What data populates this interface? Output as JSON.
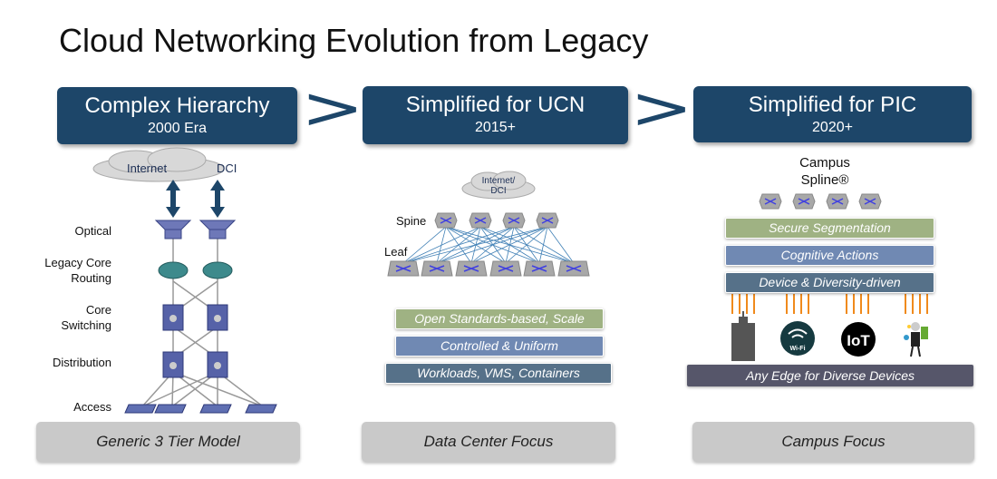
{
  "title": "Cloud Networking Evolution from Legacy",
  "columns": [
    {
      "header": "Complex Hierarchy",
      "subheader": "2000 Era",
      "footer": "Generic 3 Tier Model",
      "cloud_labels": [
        "Internet",
        "DCI"
      ],
      "tiers": [
        "Optical",
        "Legacy Core\nRouting",
        "Core\nSwitching",
        "Distribution",
        "Access"
      ],
      "tier_lines": [
        [
          "Optical"
        ],
        [
          "Legacy Core",
          "Routing"
        ],
        [
          "Core",
          "Switching"
        ],
        [
          "Distribution"
        ],
        [
          "Access"
        ]
      ]
    },
    {
      "header": "Simplified for UCN",
      "subheader": "2015+",
      "footer": "Data Center Focus",
      "cloud_label": "Internet/\nDCI",
      "cloud_lines": [
        "Internet/",
        "DCI"
      ],
      "spine_label": "Spine",
      "leaf_label": "Leaf",
      "bars": [
        "Open Standards-based, Scale",
        "Controlled & Uniform",
        "Workloads, VMS, Containers"
      ]
    },
    {
      "header": "Simplified for PIC",
      "subheader": "2020+",
      "footer": "Campus Focus",
      "spline_lines": [
        "Campus",
        "Spline®"
      ],
      "bars": [
        "Secure Segmentation",
        "Cognitive Actions",
        "Device & Diversity-driven"
      ],
      "devices": [
        "building-icon",
        "wifi-icon",
        "iot-icon",
        "mobile-user-icon"
      ],
      "wifi_text": "Wi-Fi",
      "iot_text": "IoT",
      "edge_bar": "Any Edge for Diverse Devices"
    }
  ],
  "colors": {
    "header": "#1d4669",
    "green_bar": "#9fb283",
    "blue_bar": "#7089b3",
    "slate_bar": "#567189",
    "edge_bar": "#56566a",
    "footer": "#c9c9c9",
    "links": "#f08a1c",
    "fabric_lines": "#3f7fb5"
  }
}
